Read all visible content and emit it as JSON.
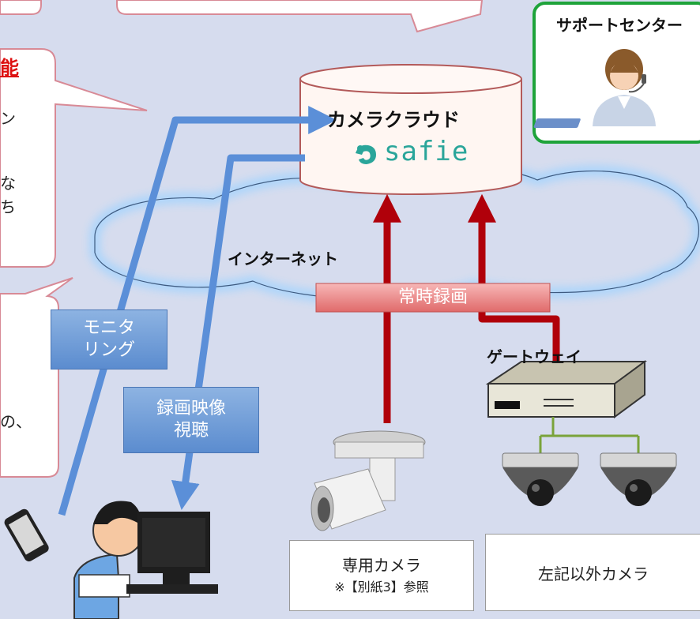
{
  "support": {
    "label": "サポートセンター"
  },
  "cloud": {
    "title": "カメラクラウド",
    "brand": "safie"
  },
  "internet": {
    "label": "インターネット"
  },
  "recording": {
    "label": "常時録画"
  },
  "gateway": {
    "label": "ゲートウェイ"
  },
  "monitoring": {
    "line1": "モニタ",
    "line2": "リング"
  },
  "playback": {
    "line1": "録画映像",
    "line2": "視聴"
  },
  "callout_left": {
    "partial_title": "能",
    "lines": [
      "ン",
      "な",
      "ち"
    ]
  },
  "callout_lower": {
    "lines": [
      "の、"
    ]
  },
  "camera_dedicated": {
    "line1": "専用カメラ",
    "line2": "※【別紙3】参照"
  },
  "camera_other": {
    "label": "左記以外カメラ"
  },
  "colors": {
    "brand": "#2aa59a",
    "arrow_blue": "#5b8fd8",
    "arrow_red": "#b0000a",
    "support_border": "#1ea33a"
  }
}
